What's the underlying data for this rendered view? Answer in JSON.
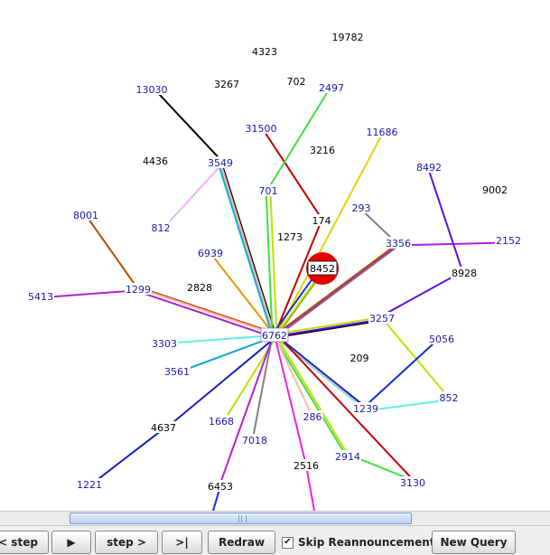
{
  "graph": {
    "nodes": [
      {
        "id": "6762",
        "color": "#1a1aa6",
        "boxed": true
      },
      {
        "id": "8452",
        "color": "#000000",
        "highlight": true
      },
      {
        "id": "19782",
        "color": "#000000"
      },
      {
        "id": "4323",
        "color": "#000000"
      },
      {
        "id": "3267",
        "color": "#000000"
      },
      {
        "id": "702",
        "color": "#000000"
      },
      {
        "id": "2497",
        "color": "#1a1aa6"
      },
      {
        "id": "13030",
        "color": "#1a1aa6"
      },
      {
        "id": "31500",
        "color": "#1a1aa6"
      },
      {
        "id": "11686",
        "color": "#1a1aa6"
      },
      {
        "id": "3216",
        "color": "#000000"
      },
      {
        "id": "4436",
        "color": "#000000"
      },
      {
        "id": "3549",
        "color": "#1a1aa6"
      },
      {
        "id": "8492",
        "color": "#1a1aa6"
      },
      {
        "id": "9002",
        "color": "#000000"
      },
      {
        "id": "701",
        "color": "#1a1aa6"
      },
      {
        "id": "812",
        "color": "#1a1aa6"
      },
      {
        "id": "8001",
        "color": "#1a1aa6"
      },
      {
        "id": "293",
        "color": "#1a1aa6"
      },
      {
        "id": "174",
        "color": "#000000"
      },
      {
        "id": "1273",
        "color": "#000000"
      },
      {
        "id": "3356",
        "color": "#1a1aa6"
      },
      {
        "id": "2152",
        "color": "#1a1aa6"
      },
      {
        "id": "6939",
        "color": "#1a1aa6"
      },
      {
        "id": "8928",
        "color": "#000000"
      },
      {
        "id": "2828",
        "color": "#000000"
      },
      {
        "id": "5413",
        "color": "#1a1aa6"
      },
      {
        "id": "1299",
        "color": "#1a1aa6"
      },
      {
        "id": "3257",
        "color": "#1a1aa6"
      },
      {
        "id": "3303",
        "color": "#1a1aa6"
      },
      {
        "id": "5056",
        "color": "#1a1aa6"
      },
      {
        "id": "209",
        "color": "#000000"
      },
      {
        "id": "3561",
        "color": "#1a1aa6"
      },
      {
        "id": "852",
        "color": "#1a1aa6"
      },
      {
        "id": "1239",
        "color": "#1a1aa6"
      },
      {
        "id": "1668",
        "color": "#1a1aa6"
      },
      {
        "id": "286",
        "color": "#1a1aa6"
      },
      {
        "id": "4637",
        "color": "#000000"
      },
      {
        "id": "7018",
        "color": "#1a1aa6"
      },
      {
        "id": "2914",
        "color": "#1a1aa6"
      },
      {
        "id": "2516",
        "color": "#000000"
      },
      {
        "id": "3130",
        "color": "#1a1aa6"
      },
      {
        "id": "1221",
        "color": "#1a1aa6"
      },
      {
        "id": "6453",
        "color": "#000000"
      }
    ],
    "edges": [
      {
        "from": "13030",
        "to": "3549",
        "color": "#000000"
      },
      {
        "from": "3549",
        "to": "6762",
        "color": "#000000"
      },
      {
        "from": "3549",
        "to": "6762",
        "color": "#ffb0b0"
      },
      {
        "from": "3549",
        "to": "6762",
        "color": "#e8c39e"
      },
      {
        "from": "3549",
        "to": "6762",
        "color": "#00b0e0"
      },
      {
        "from": "3549",
        "to": "812",
        "color": "#f0b0f0"
      },
      {
        "from": "31500",
        "to": "174",
        "color": "#c00000"
      },
      {
        "from": "174",
        "to": "6762",
        "color": "#c00000"
      },
      {
        "from": "2497",
        "to": "701",
        "color": "#40e040"
      },
      {
        "from": "701",
        "to": "6762",
        "color": "#40e040"
      },
      {
        "from": "701",
        "to": "6762",
        "color": "#c0e000"
      },
      {
        "from": "11686",
        "to": "6762",
        "color": "#e8d000"
      },
      {
        "from": "8001",
        "to": "1299",
        "color": "#b05000"
      },
      {
        "from": "5413",
        "to": "1299",
        "color": "#b020d0"
      },
      {
        "from": "1299",
        "to": "6762",
        "color": "#b020d0"
      },
      {
        "from": "1299",
        "to": "6762",
        "color": "#b05000"
      },
      {
        "from": "1299",
        "to": "6762",
        "color": "#ffb0b0"
      },
      {
        "from": "6939",
        "to": "6762",
        "color": "#f09000"
      },
      {
        "from": "293",
        "to": "3356",
        "color": "#808080"
      },
      {
        "from": "3356",
        "to": "2152",
        "color": "#b020d0"
      },
      {
        "from": "3356",
        "to": "6762",
        "color": "#808080"
      },
      {
        "from": "3356",
        "to": "6762",
        "color": "#b020d0"
      },
      {
        "from": "3356",
        "to": "6762",
        "color": "#b05000"
      },
      {
        "from": "8492",
        "to": "8928",
        "color": "#6010e0"
      },
      {
        "from": "8928",
        "to": "3257",
        "color": "#6010e0"
      },
      {
        "from": "3257",
        "to": "6762",
        "color": "#000000"
      },
      {
        "from": "3257",
        "to": "6762",
        "color": "#6010e0"
      },
      {
        "from": "3257",
        "to": "852",
        "color": "#c0e000"
      },
      {
        "from": "3257",
        "to": "6762",
        "color": "#c0e000"
      },
      {
        "from": "8452",
        "to": "6762",
        "color": "#1030e0"
      },
      {
        "from": "8452",
        "to": "6762",
        "color": "#40c040"
      },
      {
        "from": "8452",
        "to": "6762",
        "color": "#e8d000"
      },
      {
        "from": "3303",
        "to": "6762",
        "color": "#60f0e0"
      },
      {
        "from": "3561",
        "to": "6762",
        "color": "#10a0e0"
      },
      {
        "from": "5056",
        "to": "1239",
        "color": "#1030d0"
      },
      {
        "from": "852",
        "to": "1239",
        "color": "#60f0e0"
      },
      {
        "from": "1239",
        "to": "6762",
        "color": "#60f0e0"
      },
      {
        "from": "1239",
        "to": "6762",
        "color": "#ffb0b0"
      },
      {
        "from": "1239",
        "to": "6762",
        "color": "#1030d0"
      },
      {
        "from": "3130",
        "to": "6762",
        "color": "#c00000"
      },
      {
        "from": "2914",
        "to": "3130",
        "color": "#40e040"
      },
      {
        "from": "2914",
        "to": "6762",
        "color": "#40e040"
      },
      {
        "from": "286",
        "to": "6762",
        "color": "#e8c39e"
      },
      {
        "from": "2914",
        "to": "6762",
        "color": "#c0e000"
      },
      {
        "from": "1668",
        "to": "6762",
        "color": "#c0e000"
      },
      {
        "from": "7018",
        "to": "6762",
        "color": "#808080"
      },
      {
        "from": "6453",
        "to": "6762",
        "color": "#b020d0"
      },
      {
        "from": "2516",
        "to": "6762",
        "color": "#f020e0"
      },
      {
        "from": "1221",
        "to": "4637",
        "color": "#1020c0"
      },
      {
        "from": "4637",
        "to": "6762",
        "color": "#1020c0"
      }
    ]
  },
  "toolbar": {
    "back_step": "< step",
    "play": "▶",
    "step_forward": "step >",
    "to_end": ">|",
    "redraw": "Redraw",
    "skip_checked": true,
    "skip_label": "Skip Reannouncements",
    "new_query": "New Query"
  }
}
